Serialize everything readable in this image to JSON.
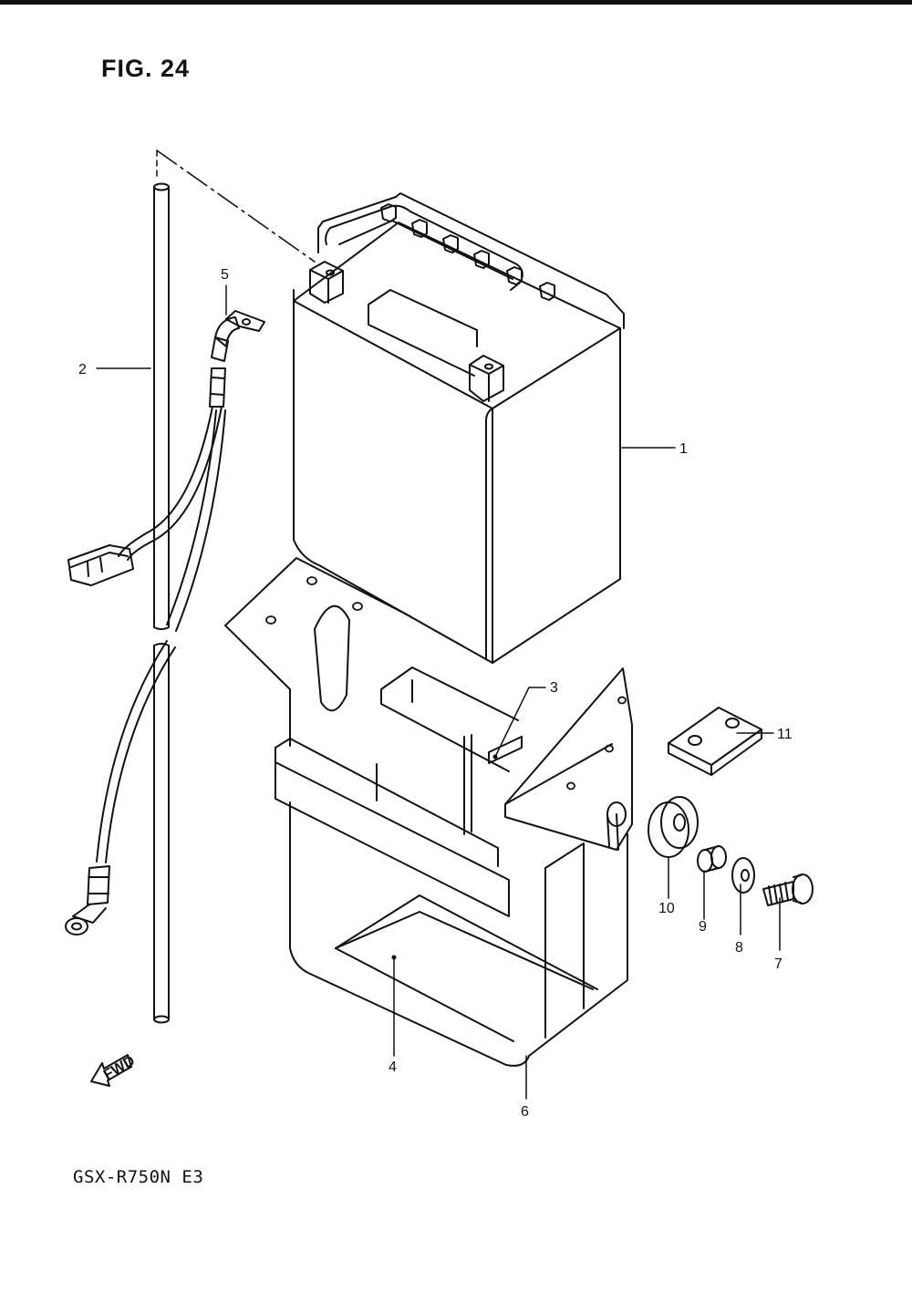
{
  "figure": {
    "title": "FIG. 24",
    "model": "GSX-R750N  E3"
  },
  "fwd_badge": "FWD",
  "callouts": [
    {
      "id": "1",
      "part": "battery"
    },
    {
      "id": "2",
      "part": "breather-hose"
    },
    {
      "id": "3",
      "part": "battery-pad"
    },
    {
      "id": "4",
      "part": "battery-bottom-pad"
    },
    {
      "id": "5",
      "part": "negative-lead-wire"
    },
    {
      "id": "6",
      "part": "battery-holder"
    },
    {
      "id": "7",
      "part": "bolt"
    },
    {
      "id": "8",
      "part": "washer"
    },
    {
      "id": "9",
      "part": "spacer"
    },
    {
      "id": "10",
      "part": "cushion"
    },
    {
      "id": "11",
      "part": "plate"
    }
  ]
}
